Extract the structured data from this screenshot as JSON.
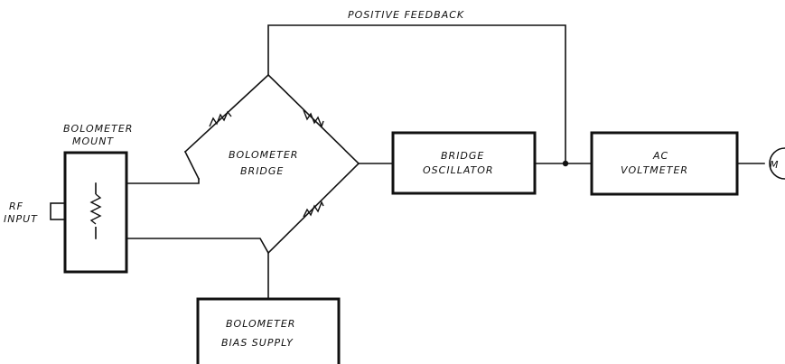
{
  "labels": {
    "feedback": "POSITIVE  FEEDBACK",
    "mount_line1": "BOLOMETER",
    "mount_line2": "MOUNT",
    "rf_line1": "RF",
    "rf_line2": "INPUT",
    "bridge_line1": "BOLOMETER",
    "bridge_line2": "BRIDGE",
    "oscillator_line1": "BRIDGE",
    "oscillator_line2": "OSCILLATOR",
    "voltmeter_line1": "AC",
    "voltmeter_line2": "VOLTMETER",
    "bias_line1": "BOLOMETER",
    "bias_line2": "BIAS SUPPLY",
    "meter": "M"
  },
  "colors": {
    "ink": "#111111",
    "paper": "#ffffff"
  }
}
